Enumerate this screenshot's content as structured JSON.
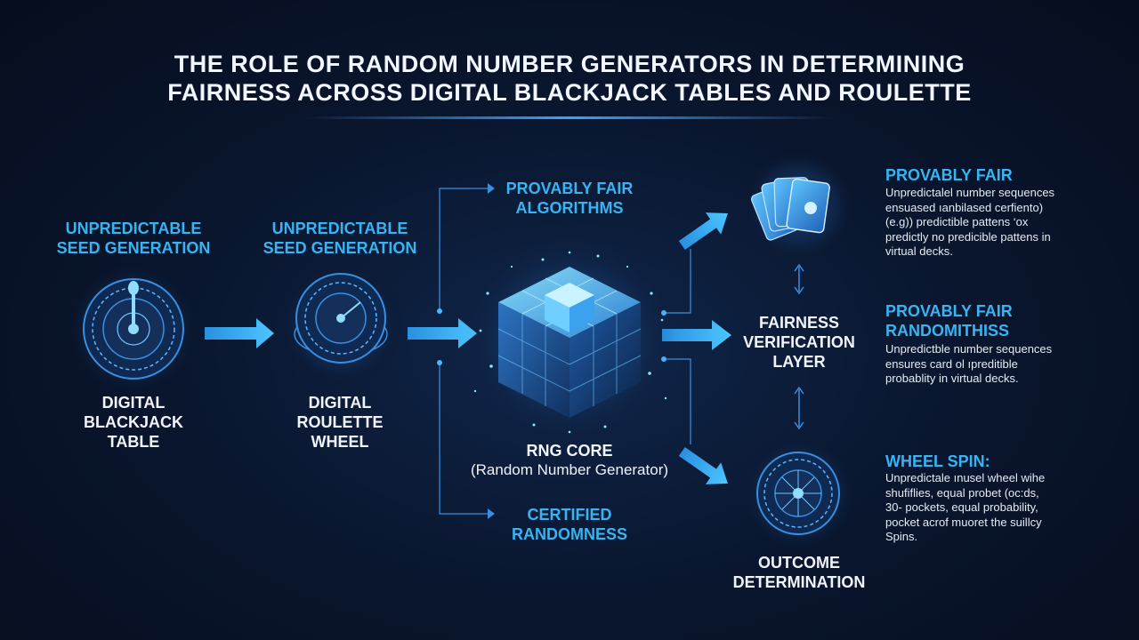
{
  "title": {
    "line1": "THE ROLE OF RANDOM NUMBER GENERATORS IN DETERMINING",
    "line2": "FAIRNESS ACROSS DIGITAL BLACKJACK TABLES AND ROULETTE"
  },
  "left_stage": {
    "seed_label": [
      "UNPREDICTABLE",
      "SEED GENERATION"
    ],
    "name": [
      "DIGITAL",
      "BLACKJACK",
      "TABLE"
    ]
  },
  "second_stage": {
    "seed_label": [
      "UNPREDICTABLE",
      "SEED GENERATION"
    ],
    "name": [
      "DIGITAL",
      "ROULETTE",
      "WHEEL"
    ]
  },
  "core": {
    "top_label": [
      "PROVABLY FAIR",
      "ALGORITHMS"
    ],
    "name": "RNG CORE",
    "subtitle": "(Random Number Generator)",
    "bottom_label": [
      "CERTIFIED",
      "RANDOMNESS"
    ]
  },
  "verification": {
    "label": [
      "FAIRNESS",
      "VERIFICATION",
      "LAYER"
    ]
  },
  "outcome": {
    "label": [
      "OUTCOME",
      "DETERMINATION"
    ]
  },
  "info_blocks": [
    {
      "heading": [
        "PROVABLY FAIR"
      ],
      "lines": [
        "Unpredictalel number sequences",
        "ensuased ıanbilased cerfiento)",
        "(e.g)) predictible pattens ‘ox",
        "predictly no predicible pattens in",
        "virtual decks."
      ]
    },
    {
      "heading": [
        "PROVABLY FAIR",
        "RANDOMITHISS"
      ],
      "lines": [
        "Unpredictble number sequences",
        "ensures card ol ıpreditible",
        "probablity in virtual decks."
      ]
    },
    {
      "heading": [
        "WHEEL SPIN:"
      ],
      "lines": [
        "Unpredictale ınusel wheel wihe",
        "shufiflies, equal probet (oc:ds,",
        "30- pockets, equal probability,",
        "pocket acrof muoret the suillcy",
        "Spins."
      ]
    }
  ],
  "colors": {
    "accent": "#38b4f2",
    "arrow": "#3eb8ff",
    "background": "#0a1730",
    "glow": "#5fd0ff"
  },
  "icons": [
    "roulette-wheel-icon",
    "cube-icon",
    "cards-icon",
    "arrow-icon"
  ]
}
